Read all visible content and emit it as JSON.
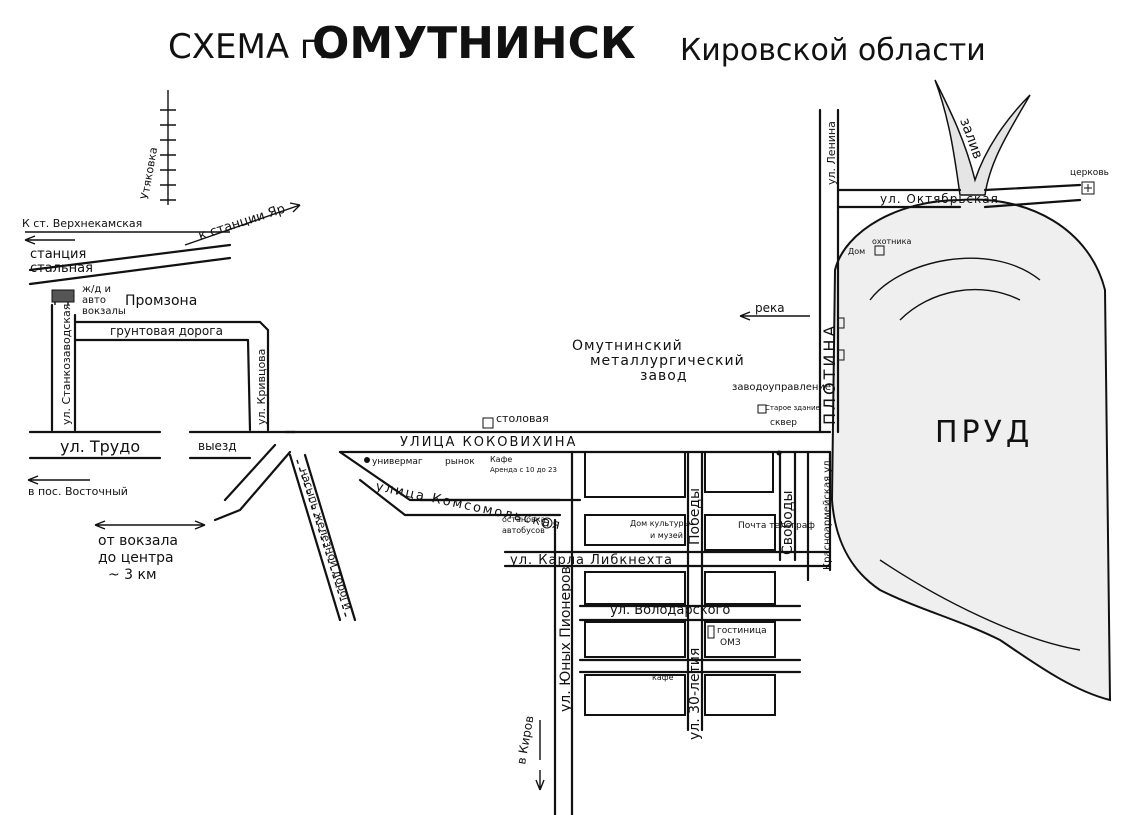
{
  "title": {
    "part1": "СХЕМА г.",
    "city": "ОМУТНИНСК",
    "part3": "Кировской области"
  },
  "labels": {
    "utyakovka": "Утяковка",
    "to_verkhnekamskaya": "К ст. Верхнекамская",
    "to_yar": "к станции Яр",
    "station_stalnaya": "станция",
    "station_stalnaya2": "стальная",
    "vokzaly1": "ж/д и",
    "vokzaly2": "авто",
    "vokzaly3": "вокзалы",
    "promzona": "Промзона",
    "gruntovaya": "грунтовая дорога",
    "ul_stankozavodskaya": "ул. Станкозаводская",
    "ul_krivtsova": "ул. Кривцова",
    "ul_truda": "ул. Трудо",
    "vyezd": "выезд",
    "to_vostochny": "в пос. Восточный",
    "from_vokzal1": "от вокзала",
    "from_vokzal2": "до центра",
    "from_vokzal3": "~ 3 км",
    "rail": "насыпь железной дороги",
    "stolovaya": "столовая",
    "ul_kokovikhina": "УЛИЦА КОКОВИХИНА",
    "univermag": "универмаг",
    "rynok": "рынок",
    "kafe": "Кафе",
    "sdaetsya": "Аренда с 10 до 23",
    "ul_komsomolskaya": "улица Комсомольская",
    "ostanovka1": "остановка",
    "ostanovka2": "автобусов",
    "dom_kultury": "Дом культуры",
    "muzey": "и музей",
    "pochta": "Почта телеграф",
    "ul_liebknecht": "ул. Карла Либкнехта",
    "ul_yunykh_pionerov": "ул. Юных Пионеров",
    "ul_pobedy": "Победы",
    "ul_svobody": "Свободы",
    "ul_volodarskogo": "ул. Володарского",
    "gostinitsa1": "гостиница",
    "gostinitsa2": "ОМЗ",
    "ul_30_letiya": "ул. 30-летия",
    "kafe2": "кафе",
    "to_kirov": "в Киров",
    "zavod1": "Омутнинский",
    "zavod2": "металлургический",
    "zavod3": "завод",
    "zavodoupr": "заводоуправление",
    "sad": "Старое здание",
    "skver": "сквер",
    "ul_krasnoarmeyskaya": "Красноармейская ул.",
    "plotina": "ПЛОТИНА",
    "reka": "река",
    "ul_lenina": "ул. Ленина",
    "ul_oktyabrskaya": "ул. Октябрьская",
    "dom_okhotnika1": "охотника",
    "dom_okhotnika2": "Дом",
    "zaliv": "залив",
    "tserkov": "церковь",
    "prud": "ПРУД"
  }
}
